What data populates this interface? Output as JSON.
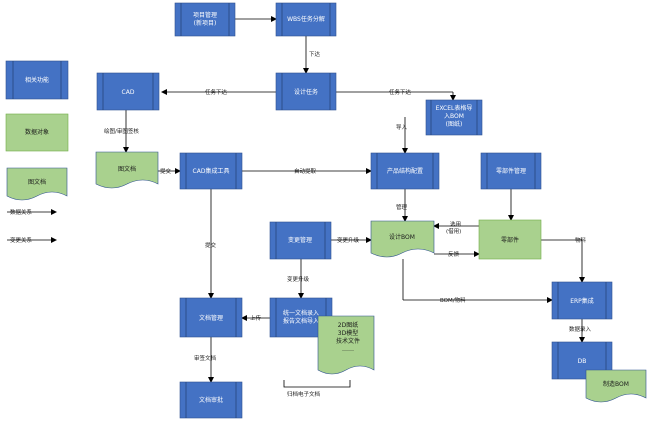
{
  "legend": {
    "related_function": "相关功能",
    "data_object": "数据对象",
    "drawing": "图文档",
    "data_relation": "数据关系",
    "transform_relation": "变更关系"
  },
  "processes": {
    "project_mgmt": [
      "项目管理",
      "(新项目)"
    ],
    "wbs": "WBS任务分解",
    "design_task": "设计任务",
    "cad": "CAD",
    "excel_import": [
      "EXCEL表格导",
      "入BOM",
      "(图纸)"
    ],
    "cad_integration": "CAD集成工具",
    "product_structure": "产品结构配置",
    "parts_mgmt": "零部件管理",
    "change_mgmt": "变更管理",
    "doc_mgmt": "文档管理",
    "unified_doc_entry": [
      "统一文档录入",
      "报告文档导入"
    ],
    "erp_integration": "ERP集成",
    "approval": "文档审批",
    "db": "DB"
  },
  "data_objects": {
    "drawing_doc": "图文档",
    "design_bom": "设计BOM",
    "parts": "零部件",
    "doc_list": [
      "2D图纸",
      "3D模型",
      "技术文件",
      "……"
    ],
    "mfg_bom": "制造BOM"
  },
  "annotations": {
    "archive": "归档电子文档"
  },
  "edges": {
    "issue": "下达",
    "task_issue_left": "任务下达",
    "task_issue_right": "任务下达",
    "drawing_sign": "绘图/审图签核",
    "submit_left": "提交",
    "auto_extract": "自动提取",
    "import": "导入",
    "manage": "管理",
    "reference": [
      "选用",
      "(借用)"
    ],
    "feedback": "反馈",
    "change_upgrade": "变更升级",
    "change_notice": "变更升级",
    "material": "物料",
    "bom_material": "BOM/物料",
    "submit_down": "提交",
    "upload": "上传",
    "review_sign": "审签文档",
    "data_entry": "数据录入"
  }
}
